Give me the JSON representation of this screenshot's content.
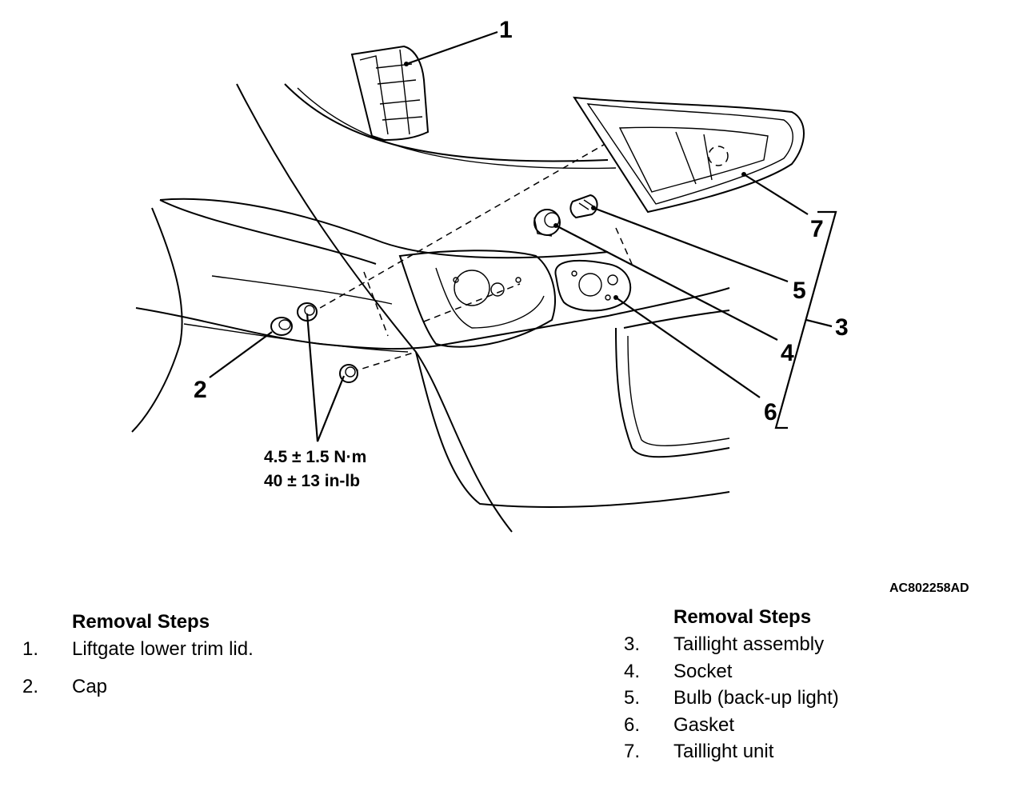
{
  "callouts": {
    "c1": "1",
    "c2": "2",
    "c3": "3",
    "c4": "4",
    "c5": "5",
    "c6": "6",
    "c7": "7"
  },
  "torque": {
    "line1": "4.5 ± 1.5 N·m",
    "line2": "40 ± 13 in-lb"
  },
  "figure_ref": "AC802258AD",
  "left_steps": {
    "heading": "Removal Steps",
    "items": [
      {
        "num": "1.",
        "text": "Liftgate lower trim lid."
      },
      {
        "num": "2.",
        "text": "Cap"
      }
    ]
  },
  "right_steps": {
    "heading": "Removal Steps",
    "items": [
      {
        "num": "3.",
        "text": "Taillight assembly"
      },
      {
        "num": "4.",
        "text": "Socket"
      },
      {
        "num": "5.",
        "text": "Bulb (back-up light)"
      },
      {
        "num": "6.",
        "text": "Gasket"
      },
      {
        "num": "7.",
        "text": "Taillight unit"
      }
    ]
  }
}
